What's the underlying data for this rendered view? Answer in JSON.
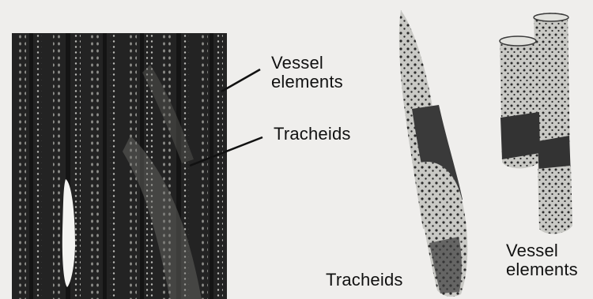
{
  "labels": {
    "vessel_elements_top": {
      "line1": "Vessel",
      "line2": "elements"
    },
    "tracheids_top": "Tracheids",
    "tracheids_bottom": "Tracheids",
    "vessel_elements_bottom": {
      "line1": "Vessel",
      "line2": "elements"
    }
  },
  "colors": {
    "background": "#efeeec",
    "micrograph_dark": "#262626",
    "cell_light": "#c9c9c5",
    "cell_dark": "#3a3a3a",
    "ink": "#111111"
  }
}
